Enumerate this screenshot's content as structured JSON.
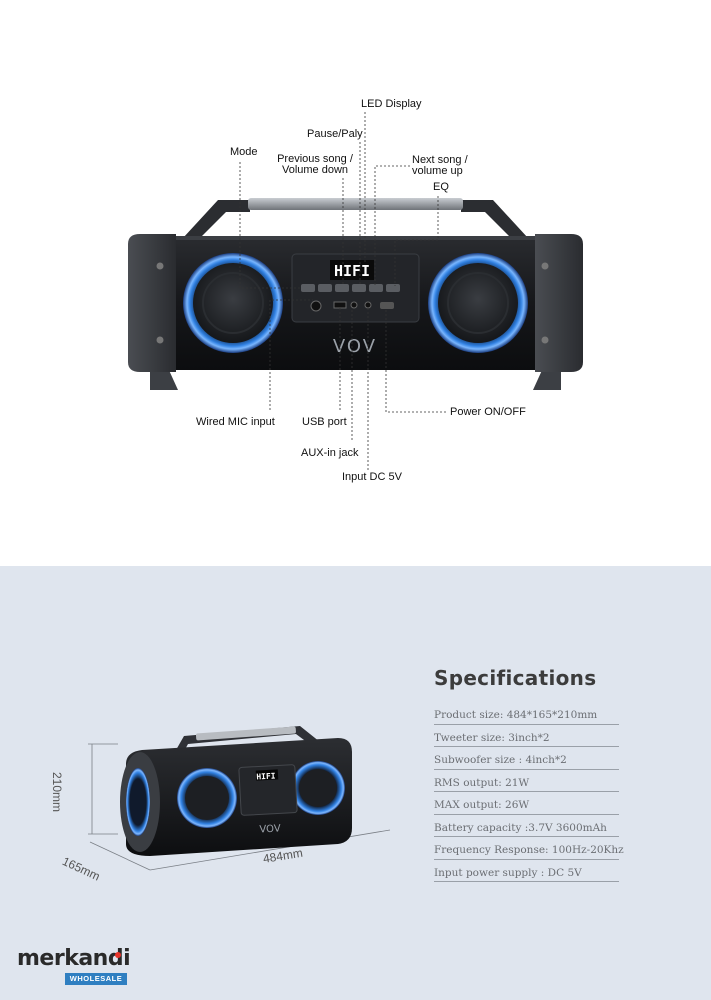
{
  "callouts": {
    "led_display": "LED Display",
    "pause_play": "Pause/Paly",
    "mode": "Mode",
    "previous_song_line1": "Previous song /",
    "previous_song_line2": "Volume down",
    "next_song_line1": "Next song /",
    "next_song_line2": "volume up",
    "eq": "EQ",
    "wired_mic": "Wired MIC input",
    "usb_port": "USB port",
    "aux_in": "AUX-in jack",
    "input_dc": "Input DC 5V",
    "power": "Power ON/OFF"
  },
  "speaker": {
    "display_text": "HIFI",
    "brand_mark": "VOV"
  },
  "dimensions": {
    "height": "210mm",
    "depth": "165mm",
    "width": "484mm"
  },
  "specifications": {
    "title": "Specifications",
    "items": [
      "Product size: 484*165*210mm",
      "Tweeter size: 3inch*2",
      "Subwoofer size : 4inch*2",
      "RMS output: 21W",
      "MAX output: 26W",
      "Battery capacity :3.7V 3600mAh",
      "Frequency Response: 100Hz-20Khz",
      "Input power supply : DC 5V"
    ]
  },
  "logo": {
    "name": "merkandi",
    "tagline": "WHOLESALE"
  },
  "colors": {
    "ring_blue": "#2f7fe0",
    "panel_bg": "#dfe5ee",
    "logo_blue": "#2f7fc1",
    "logo_red": "#e8342a"
  }
}
